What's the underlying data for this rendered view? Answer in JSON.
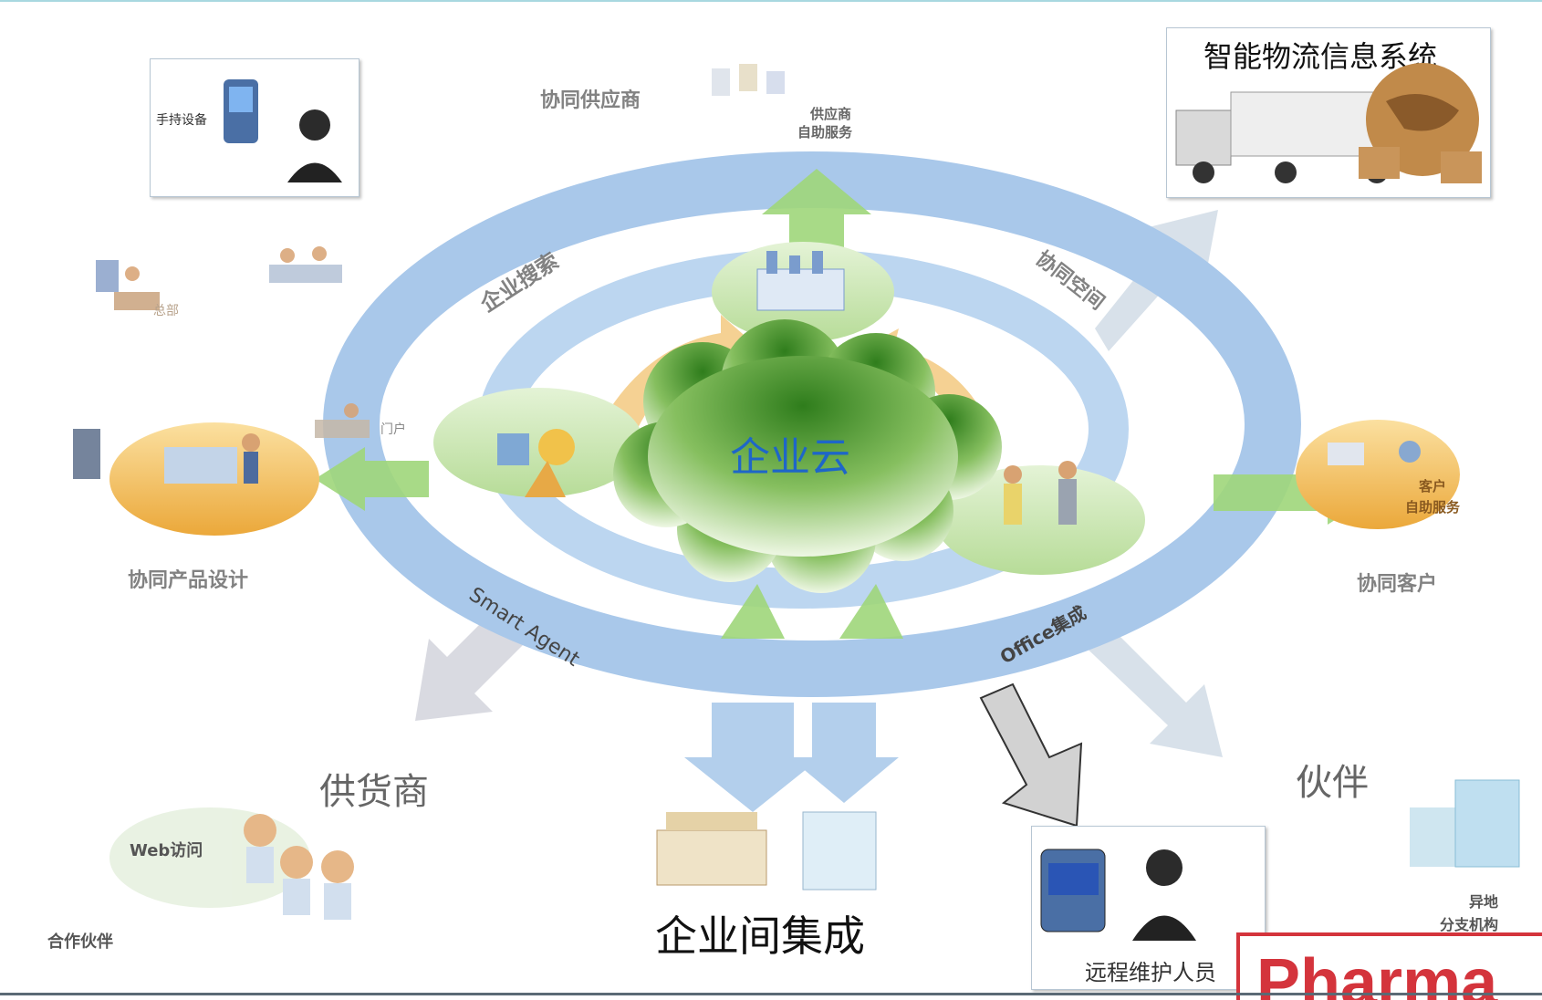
{
  "labels": {
    "handheld": "手持设备",
    "cosupplier": "协同供应商",
    "supplier_self_service_line1": "供应商",
    "supplier_self_service_line2": "自助服务",
    "logistics_title": "智能物流信息系统",
    "enterprise_search": "企业搜索",
    "coop_space": "协同空间",
    "co_design": "协同产品设计",
    "cloud": "企业云",
    "customer_self_service_line1": "客户",
    "customer_self_service_line2": "自助服务",
    "co_customer": "协同客户",
    "smart_agent": "Smart Agent",
    "office_integration": "Office集成",
    "supplier": "供货商",
    "partner": "伙伴",
    "web_access": "Web访问",
    "cooperation_partner": "合作伙伴",
    "b2b_integration": "企业间集成",
    "remote_staff": "远程维护人员",
    "branch_line1": "异地",
    "branch_line2": "分支机构",
    "brand": "Pharma",
    "small_label_a": "总部",
    "small_label_b": "门户"
  },
  "colors": {
    "ring": "#a9c8ea",
    "ring_dark": "#8fb6e0",
    "green_arrow": "#9fd67a",
    "green_node": "#cfe8b9",
    "cloud_top": "#2f7d1c",
    "cloud_bottom": "#e8f5dc",
    "cloud_text": "#1e66c8",
    "orange_node": "#f2b84a",
    "brand_red": "#d4343c"
  },
  "icons": [
    "handheld-device-icon",
    "person-icon",
    "truck-icon",
    "globe-icon",
    "factory-icon",
    "office-people-icon",
    "server-icon",
    "monitor-icon",
    "building-icon",
    "shapes-icon"
  ]
}
